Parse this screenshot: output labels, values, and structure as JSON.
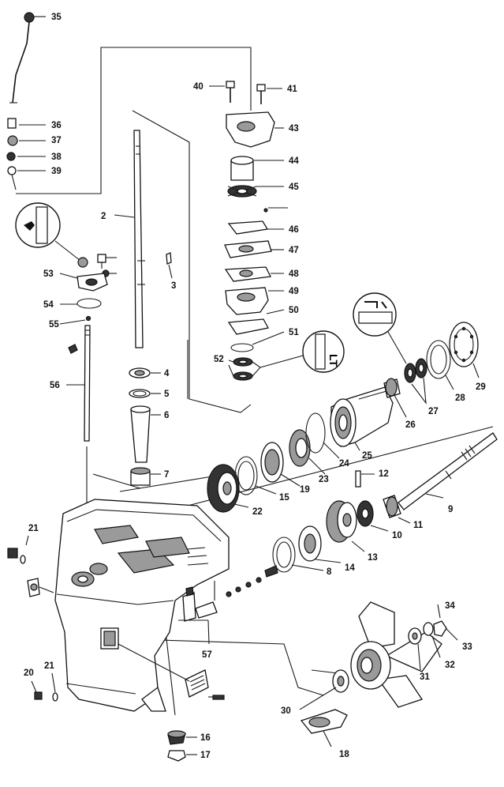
{
  "diagram": {
    "callouts": [
      {
        "n": "35",
        "label": "35"
      },
      {
        "n": "36",
        "label": "36"
      },
      {
        "n": "37",
        "label": "37"
      },
      {
        "n": "38",
        "label": "38"
      },
      {
        "n": "39",
        "label": "39"
      },
      {
        "n": "40",
        "label": "40"
      },
      {
        "n": "41",
        "label": "41"
      },
      {
        "n": "43",
        "label": "43"
      },
      {
        "n": "44",
        "label": "44"
      },
      {
        "n": "45",
        "label": "45"
      },
      {
        "n": "46",
        "label": "46"
      },
      {
        "n": "47",
        "label": "47"
      },
      {
        "n": "48",
        "label": "48"
      },
      {
        "n": "49",
        "label": "49"
      },
      {
        "n": "50",
        "label": "50"
      },
      {
        "n": "51",
        "label": "51"
      },
      {
        "n": "52",
        "label": "52"
      },
      {
        "n": "2",
        "label": "2"
      },
      {
        "n": "3",
        "label": "3"
      },
      {
        "n": "4",
        "label": "4"
      },
      {
        "n": "5",
        "label": "5"
      },
      {
        "n": "6",
        "label": "6"
      },
      {
        "n": "7",
        "label": "7"
      },
      {
        "n": "53",
        "label": "53"
      },
      {
        "n": "54",
        "label": "54"
      },
      {
        "n": "55",
        "label": "55"
      },
      {
        "n": "56",
        "label": "56"
      },
      {
        "n": "21a",
        "label": "21"
      },
      {
        "n": "21b",
        "label": "21"
      },
      {
        "n": "20",
        "label": "20"
      },
      {
        "n": "57",
        "label": "57"
      },
      {
        "n": "16",
        "label": "16"
      },
      {
        "n": "17",
        "label": "17"
      },
      {
        "n": "18",
        "label": "18"
      },
      {
        "n": "30",
        "label": "30"
      },
      {
        "n": "31",
        "label": "31"
      },
      {
        "n": "32",
        "label": "32"
      },
      {
        "n": "33",
        "label": "33"
      },
      {
        "n": "34",
        "label": "34"
      },
      {
        "n": "8",
        "label": "8"
      },
      {
        "n": "14",
        "label": "14"
      },
      {
        "n": "13",
        "label": "13"
      },
      {
        "n": "10",
        "label": "10"
      },
      {
        "n": "11",
        "label": "11"
      },
      {
        "n": "9",
        "label": "9"
      },
      {
        "n": "12",
        "label": "12"
      },
      {
        "n": "22",
        "label": "22"
      },
      {
        "n": "15",
        "label": "15"
      },
      {
        "n": "19",
        "label": "19"
      },
      {
        "n": "23",
        "label": "23"
      },
      {
        "n": "24",
        "label": "24"
      },
      {
        "n": "25",
        "label": "25"
      },
      {
        "n": "26",
        "label": "26"
      },
      {
        "n": "27",
        "label": "27"
      },
      {
        "n": "28",
        "label": "28"
      },
      {
        "n": "29",
        "label": "29"
      }
    ]
  },
  "colors": {
    "ink": "#111111",
    "part_fill": "#ffffff",
    "shade": "#9a9a9a",
    "dark": "#333333"
  },
  "icons": [
    "grease-callout-icon",
    "sealant-callout-icon",
    "adhesive-callout-icon"
  ]
}
